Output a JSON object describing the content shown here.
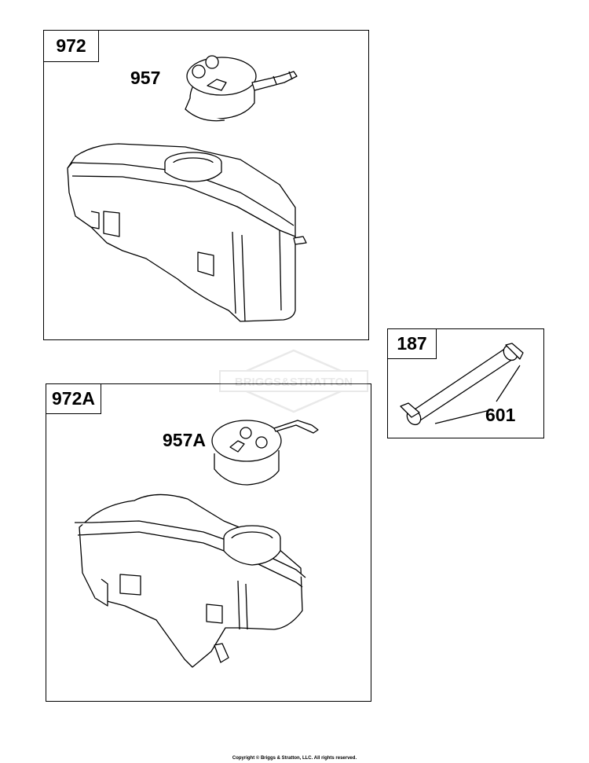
{
  "panels": {
    "p972": {
      "ref": "972",
      "callouts": {
        "cap": "957"
      }
    },
    "p972a": {
      "ref": "972A",
      "callouts": {
        "cap": "957A"
      }
    },
    "p187": {
      "ref": "187",
      "callouts": {
        "hose": "601"
      }
    }
  },
  "watermark": {
    "text": "BRIGGS&STRATTON"
  },
  "footer": {
    "copyright": "Copyright © Briggs & Stratton, LLC. All rights reserved."
  },
  "colors": {
    "line": "#000000",
    "background": "#ffffff",
    "watermark": "#888888"
  }
}
